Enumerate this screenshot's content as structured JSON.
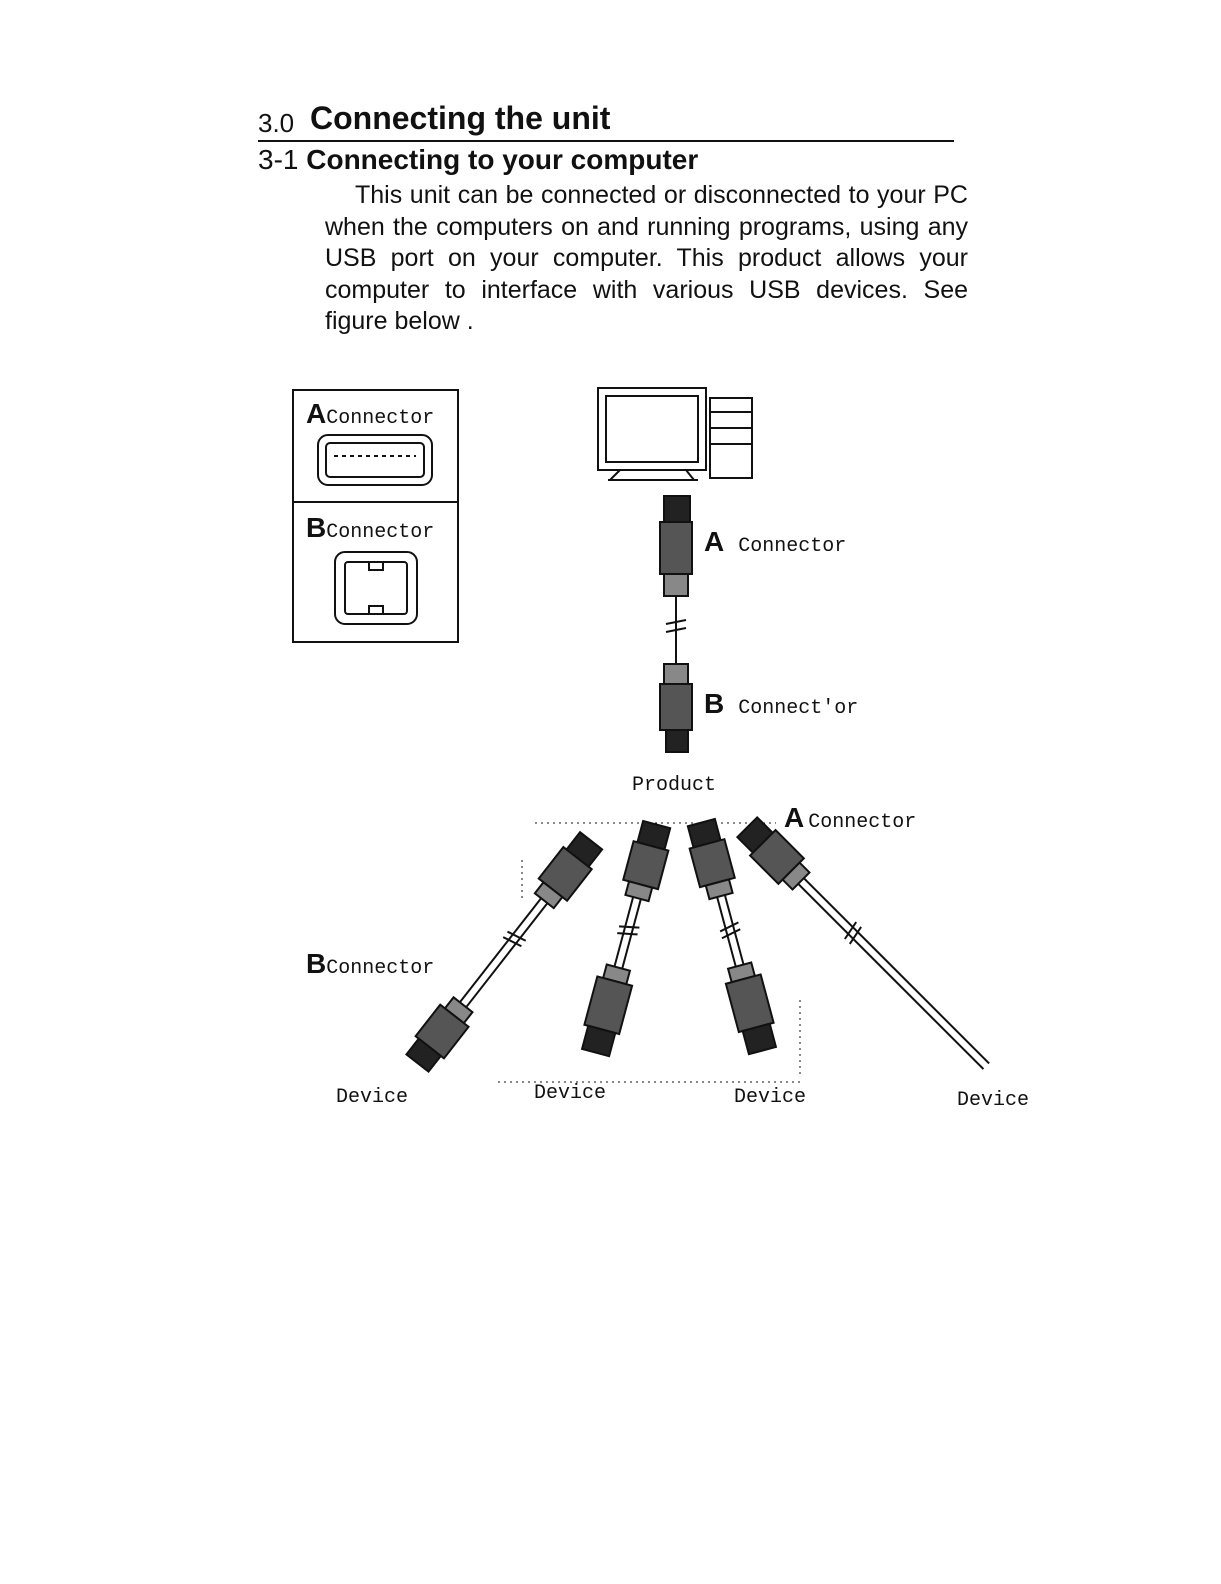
{
  "section": {
    "number": "3.0",
    "title": "Connecting the unit"
  },
  "subsection": {
    "number": "3-1",
    "title": "Connecting to your computer"
  },
  "paragraph": "This unit can be connected or disconnected to your PC when the computers on and running programs, using any USB port on your computer. This product allows your computer to interface with various USB devices. See figure below .",
  "figure": {
    "legend_a_letter": "A",
    "legend_a_text": "Connector",
    "legend_b_letter": "B",
    "legend_b_text": "Connector",
    "cable_a_letter": "A",
    "cable_a_text": "Connector",
    "cable_b_letter": "B",
    "cable_b_text": "Connect'or",
    "product_label": "Product",
    "hub_a_letter": "A",
    "hub_a_text": "Connector",
    "hub_b_letter": "B",
    "hub_b_text": "Connector",
    "devices": [
      "Device",
      "Device",
      "Device",
      "Device"
    ]
  }
}
